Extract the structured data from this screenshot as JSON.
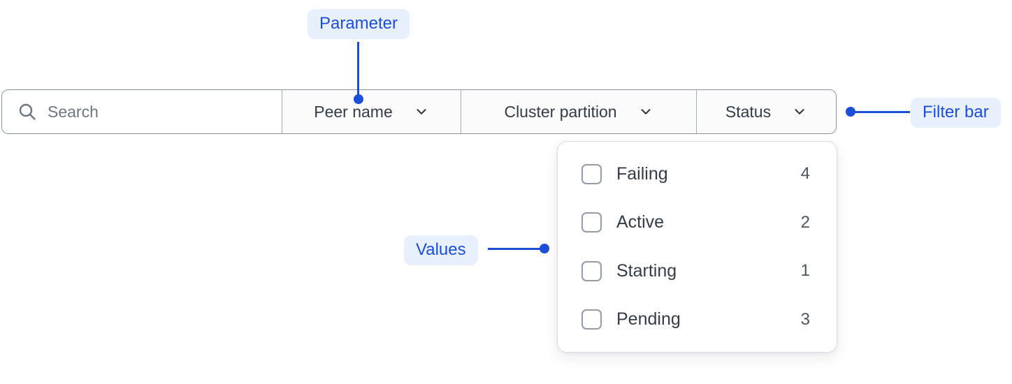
{
  "filter_bar": {
    "search": {
      "placeholder": "Search",
      "value": "",
      "icon": "search-icon"
    },
    "dropdowns": [
      {
        "label": "Peer name",
        "icon": "chevron-down-icon"
      },
      {
        "label": "Cluster partition",
        "icon": "chevron-down-icon"
      },
      {
        "label": "Status",
        "icon": "chevron-down-icon",
        "open": true
      }
    ]
  },
  "status_menu": {
    "items": [
      {
        "label": "Failing",
        "count": "4",
        "checked": false
      },
      {
        "label": "Active",
        "count": "2",
        "checked": false
      },
      {
        "label": "Starting",
        "count": "1",
        "checked": false
      },
      {
        "label": "Pending",
        "count": "3",
        "checked": false
      }
    ]
  },
  "annotations": {
    "parameter": {
      "label": "Parameter"
    },
    "filter_bar": {
      "label": "Filter bar"
    },
    "values": {
      "label": "Values"
    }
  },
  "colors": {
    "accent_blue": "#1d4ed8",
    "annotation_pill_bg": "#e8f0fd",
    "bar_border": "#8a909c",
    "panel_border": "#d9dce1",
    "text_dark": "#353c47",
    "text_muted": "#6e7680"
  }
}
